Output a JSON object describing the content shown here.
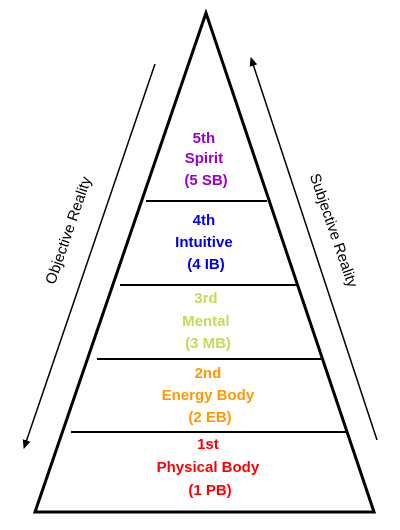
{
  "levels": [
    {
      "lines": [
        "1st",
        "Physical Body",
        "(1 PB)"
      ],
      "color": "#ff0000"
    },
    {
      "lines": [
        "2nd",
        "Energy Body",
        "(2 EB)"
      ],
      "color": "#ff9900"
    },
    {
      "lines": [
        "3rd",
        "Mental",
        "(3 MB)"
      ],
      "color": "#c3dc55"
    },
    {
      "lines": [
        "4th",
        "Intuitive",
        "(4 IB)"
      ],
      "color": "#0000ee"
    },
    {
      "lines": [
        "5th",
        "Spirit",
        "(5 SB)"
      ],
      "color": "#9900cc"
    }
  ],
  "left_label": "Objective Reality",
  "right_label": "Subjective Reality",
  "outline_color": "#000000"
}
